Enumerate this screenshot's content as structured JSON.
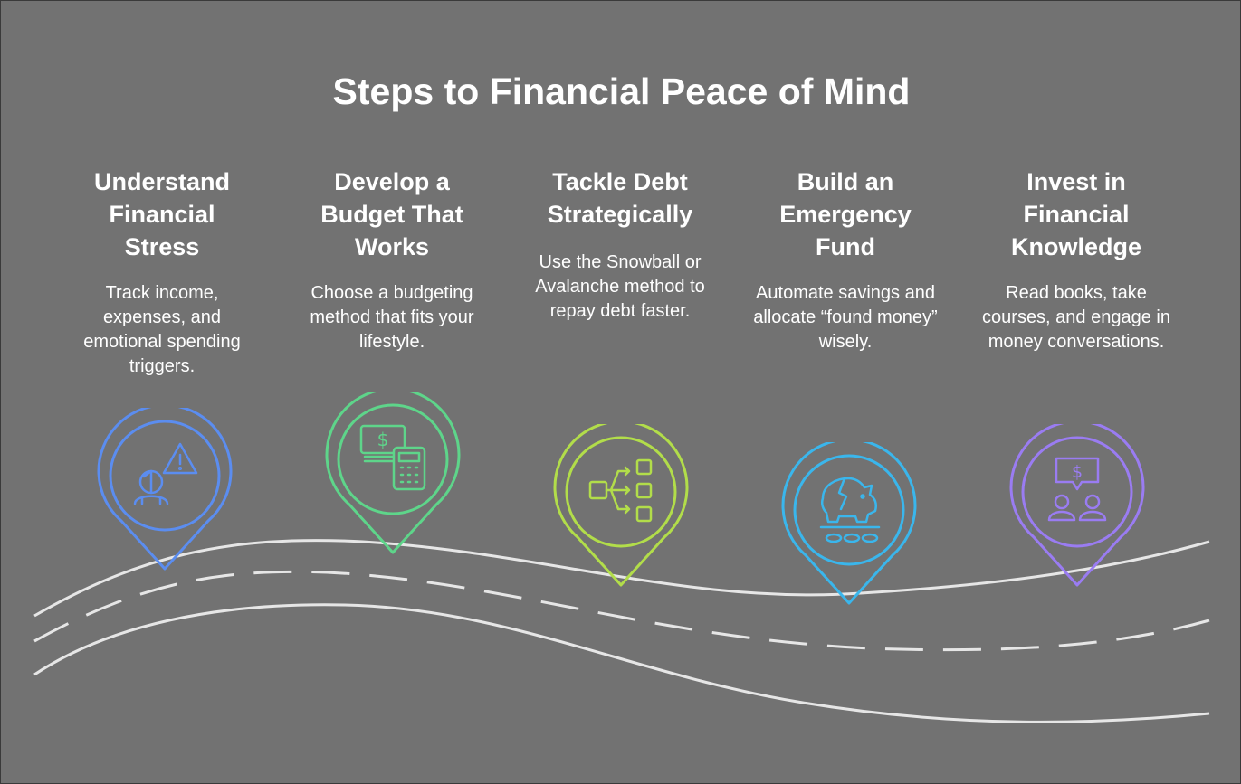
{
  "title": "Steps to Financial Peace of Mind",
  "steps": [
    {
      "title": "Understand Financial Stress",
      "description": "Track income, expenses, and emotional spending triggers.",
      "icon": "person-warning-icon",
      "color": "#5b8df0"
    },
    {
      "title": "Develop a Budget That Works",
      "description": "Choose a budgeting method that fits your lifestyle.",
      "icon": "money-calculator-icon",
      "color": "#5ed58a"
    },
    {
      "title": "Tackle Debt Strategically",
      "description": "Use the Snowball or Avalanche method to repay debt faster.",
      "icon": "flow-branch-icon",
      "color": "#b2dd4a"
    },
    {
      "title": "Build an Emergency Fund",
      "description": "Automate savings and allocate “found money” wisely.",
      "icon": "piggy-bank-icon",
      "color": "#3ab6ec"
    },
    {
      "title": "Invest in Financial Knowledge",
      "description": "Read books, take courses, and engage in money conversations.",
      "icon": "people-money-chat-icon",
      "color": "#9a7cf2"
    }
  ],
  "colors": {
    "background": "#727272",
    "road": "#e6e6e6",
    "text": "#ffffff"
  }
}
